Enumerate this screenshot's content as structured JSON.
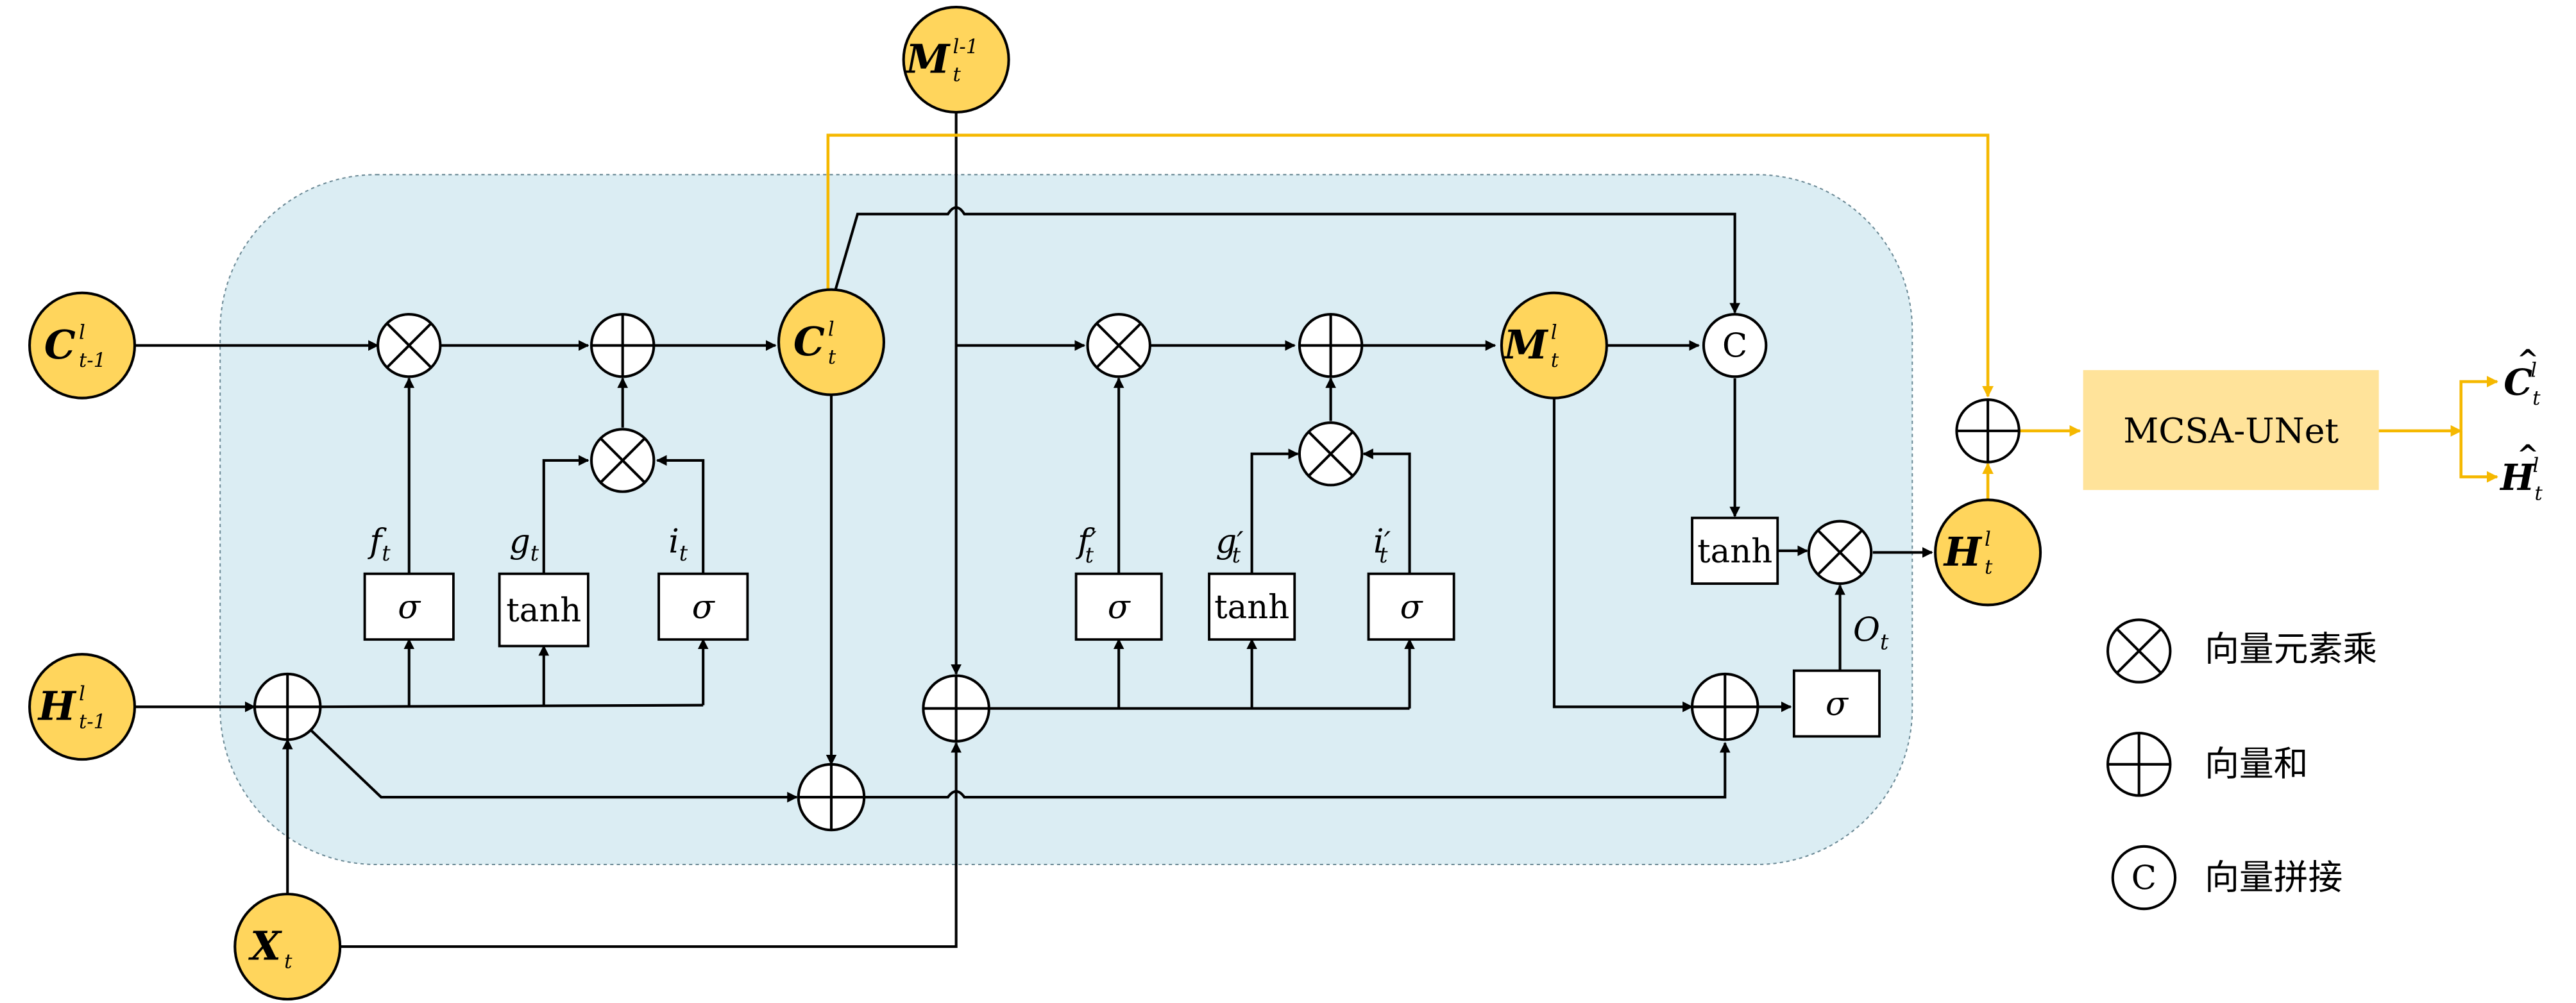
{
  "colors": {
    "node_fill": "#FFD55C",
    "region_fill": "#DBEDF3",
    "accent_line": "#F5B800",
    "module_fill": "#FFE39A",
    "line": "#000000",
    "white": "#FFFFFF"
  },
  "nodes": {
    "C_prev": {
      "main": "C",
      "sup": "l",
      "sub": "t-1"
    },
    "H_prev": {
      "main": "H",
      "sup": "l",
      "sub": "t-1"
    },
    "X_t": {
      "main": "X",
      "sup": "",
      "sub": "t"
    },
    "M_in": {
      "main": "M",
      "sup": "l-1",
      "sub": "t"
    },
    "C_t": {
      "main": "C",
      "sup": "l",
      "sub": "t"
    },
    "M_t": {
      "main": "M",
      "sup": "l",
      "sub": "t"
    },
    "H_t": {
      "main": "H",
      "sup": "l",
      "sub": "t"
    }
  },
  "boxes": {
    "sigma_f": "σ",
    "tanh_g": "tanh",
    "sigma_i": "σ",
    "sigma_f2": "σ",
    "tanh_g2": "tanh",
    "sigma_i2": "σ",
    "tanh_out": "tanh",
    "sigma_o": "σ"
  },
  "gate_labels": {
    "f": {
      "main": "f",
      "sub": "t"
    },
    "g": {
      "main": "g",
      "sub": "t"
    },
    "i": {
      "main": "i",
      "sub": "t"
    },
    "f2": {
      "main": "f",
      "sub": "t",
      "prime": "′"
    },
    "g2": {
      "main": "g",
      "sub": "t",
      "prime": "′"
    },
    "i2": {
      "main": "i",
      "sub": "t",
      "prime": "′"
    },
    "o": {
      "main": "O",
      "sub": "t"
    }
  },
  "concat_symbol": "C",
  "module": {
    "label": "MCSA-UNet"
  },
  "outputs": {
    "C_hat": {
      "main": "C",
      "hat": "^",
      "sup": "l",
      "sub": "t"
    },
    "H_hat": {
      "main": "H",
      "hat": "^",
      "sup": "l",
      "sub": "t"
    }
  },
  "legend": [
    {
      "symbol": "multiply",
      "label": "向量元素乘"
    },
    {
      "symbol": "add",
      "label": "向量和"
    },
    {
      "symbol": "concat",
      "label": "向量拼接",
      "glyph": "C"
    }
  ]
}
